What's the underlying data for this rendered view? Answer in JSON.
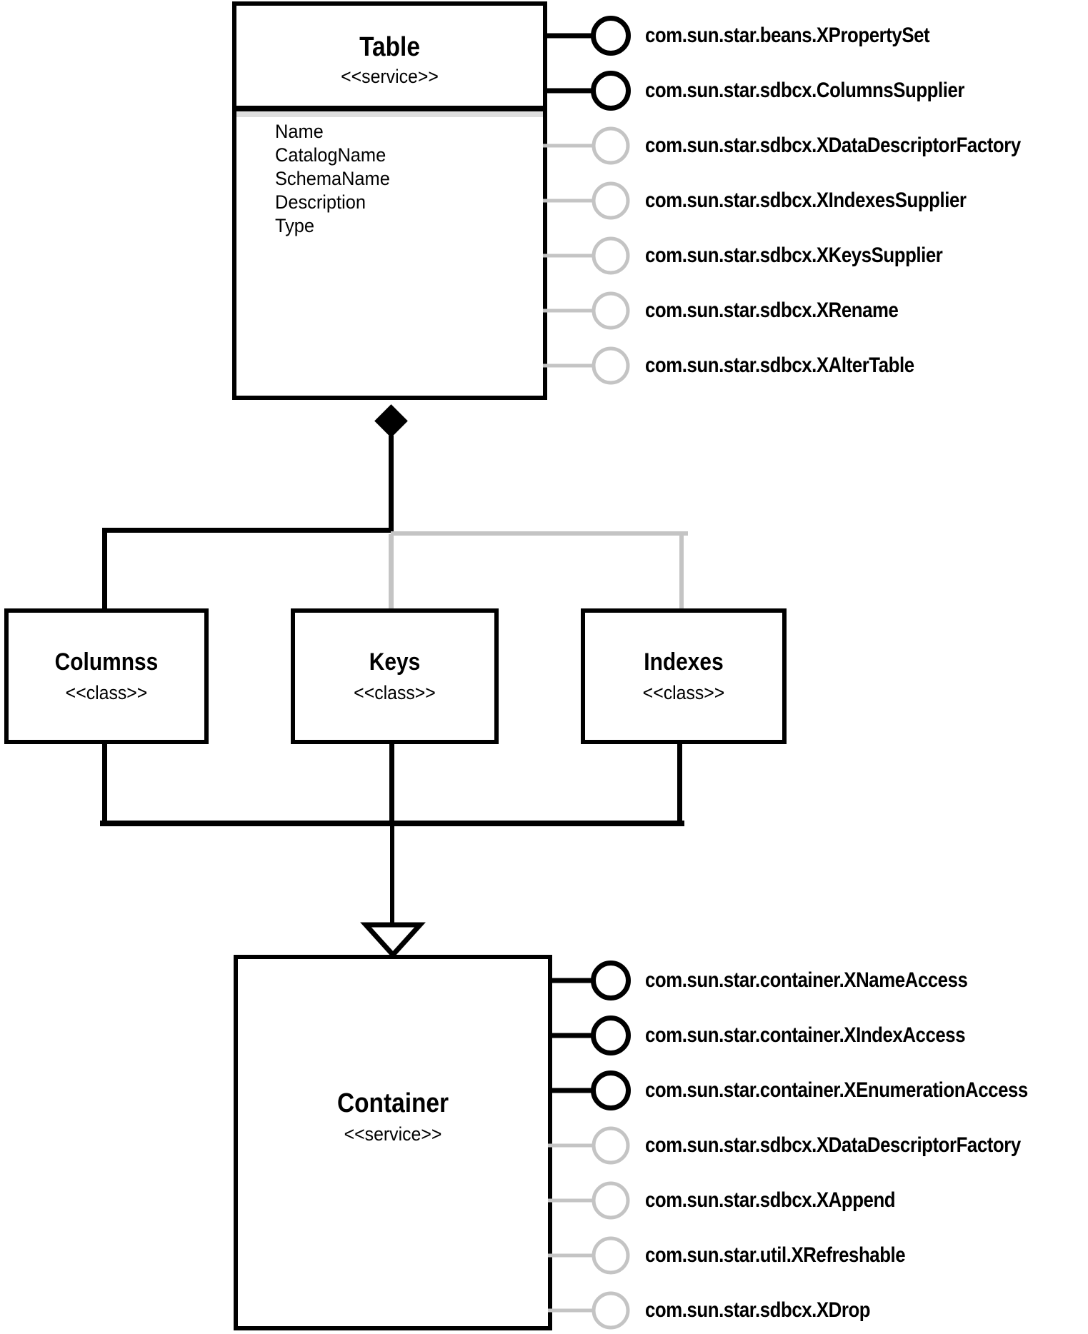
{
  "diagram": {
    "table": {
      "title": "Table",
      "stereotype": "<<service>>",
      "attributes": [
        "Name",
        "CatalogName",
        "SchemaName",
        "Description",
        "Type"
      ]
    },
    "table_interfaces": [
      {
        "label": "com.sun.star.beans.XPropertySet",
        "supported": true
      },
      {
        "label": "com.sun.star.sdbcx.ColumnsSupplier",
        "supported": true
      },
      {
        "label": "com.sun.star.sdbcx.XDataDescriptorFactory",
        "supported": false
      },
      {
        "label": "com.sun.star.sdbcx.XIndexesSupplier",
        "supported": false
      },
      {
        "label": "com.sun.star.sdbcx.XKeysSupplier",
        "supported": false
      },
      {
        "label": "com.sun.star.sdbcx.XRename",
        "supported": false
      },
      {
        "label": "com.sun.star.sdbcx.XAlterTable",
        "supported": false
      }
    ],
    "classes": [
      {
        "title": "Columnss",
        "stereotype": "<<class>>"
      },
      {
        "title": "Keys",
        "stereotype": "<<class>>"
      },
      {
        "title": "Indexes",
        "stereotype": "<<class>>"
      }
    ],
    "container": {
      "title": "Container",
      "stereotype": "<<service>>"
    },
    "container_interfaces": [
      {
        "label": "com.sun.star.container.XNameAccess",
        "supported": true
      },
      {
        "label": "com.sun.star.container.XIndexAccess",
        "supported": true
      },
      {
        "label": "com.sun.star.container.XEnumerationAccess",
        "supported": true
      },
      {
        "label": "com.sun.star.sdbcx.XDataDescriptorFactory",
        "supported": false
      },
      {
        "label": "com.sun.star.sdbcx.XAppend",
        "supported": false
      },
      {
        "label": "com.sun.star.util.XRefreshable",
        "supported": false
      },
      {
        "label": "com.sun.star.sdbcx.XDrop",
        "supported": false
      }
    ],
    "colors": {
      "line_black": "#000000",
      "line_gray": "#c4c4c4",
      "divider_shadow": "#dedede"
    }
  }
}
